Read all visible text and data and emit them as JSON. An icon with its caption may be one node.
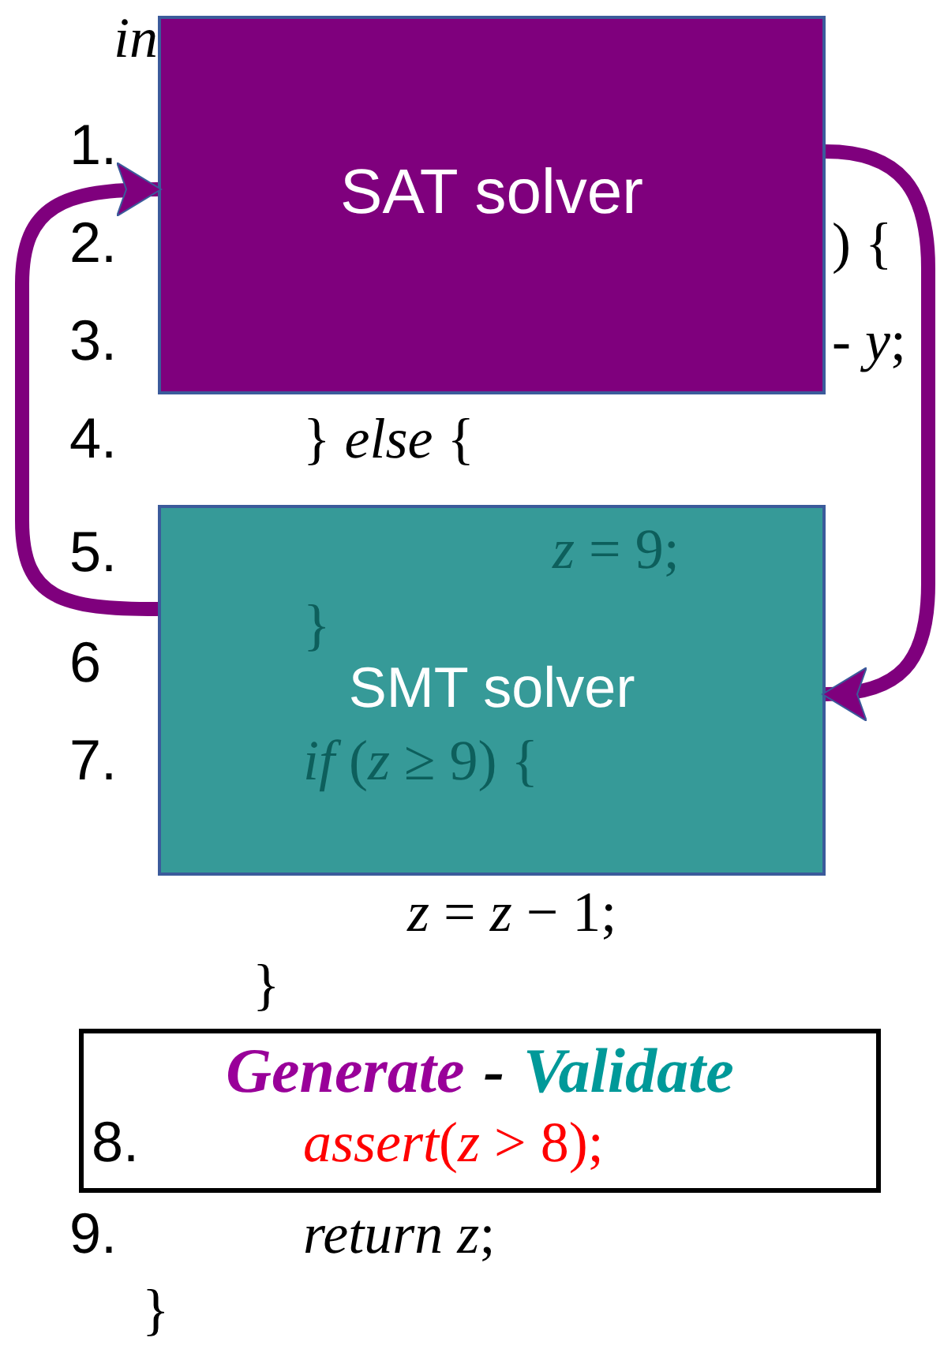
{
  "diagram": {
    "nodes": [
      {
        "text": [
          "SAT solver"
        ]
      },
      {
        "text": [
          "SMT solver"
        ]
      },
      {
        "text": [
          "Generate",
          "-",
          "Validate"
        ]
      }
    ],
    "edges": [
      {
        "from": 1,
        "to": 0,
        "arrow": "to"
      },
      {
        "from": 0,
        "to": 1,
        "arrow": "to"
      }
    ],
    "labels": [
      "in",
      "1.",
      "2.",
      ") {",
      "3.",
      "- *y*;",
      "4.",
      "} *else* {",
      "5.",
      "*z* = 9;",
      "6",
      "}",
      "7.",
      "*if* (*z* ≥ 9) {",
      "*z* = *z* − 1;",
      "}",
      "8.",
      "*assert*(*z* > 8);",
      "9.",
      "*return* *z*;",
      "}"
    ]
  }
}
